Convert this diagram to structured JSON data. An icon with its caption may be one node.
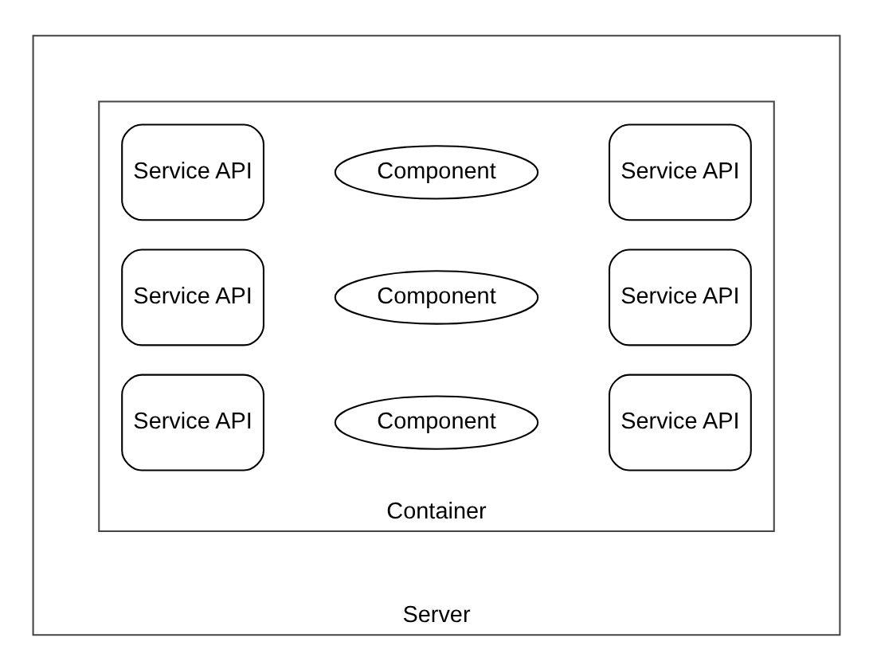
{
  "diagram": {
    "nodes": [
      {
        "text": [
          "Server"
        ]
      },
      {
        "text": [
          "Container"
        ],
        "in": 0
      },
      {
        "text": [
          "Service API"
        ],
        "in": 1
      },
      {
        "text": [
          "Component"
        ],
        "in": 1
      },
      {
        "text": [
          "Service API"
        ],
        "in": 1
      },
      {
        "text": [
          "Service API"
        ],
        "in": 1
      },
      {
        "text": [
          "Component"
        ],
        "in": 1
      },
      {
        "text": [
          "Service API"
        ],
        "in": 1
      },
      {
        "text": [
          "Service API"
        ],
        "in": 1
      },
      {
        "text": [
          "Component"
        ],
        "in": 1
      },
      {
        "text": [
          "Service API"
        ],
        "in": 1
      }
    ],
    "edges": []
  }
}
